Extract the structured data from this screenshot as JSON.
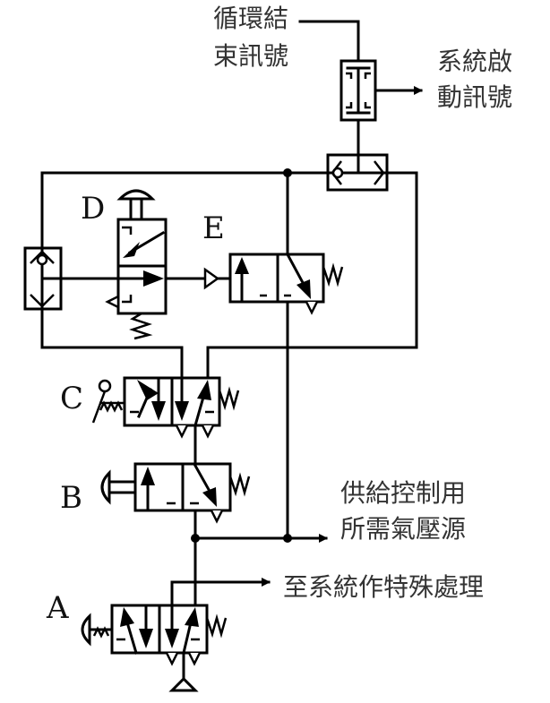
{
  "diagram": {
    "title": "Pneumatic control circuit",
    "components": {
      "A": {
        "label": "A",
        "type": "4/2-way valve, push-button actuated, spring return"
      },
      "B": {
        "label": "B",
        "type": "3/2-way valve, push-button actuated, spring return"
      },
      "C": {
        "label": "C",
        "type": "4/2-way valve, lever actuated with detent, spring return"
      },
      "D": {
        "label": "D",
        "type": "3/2-way valve, push-button actuated, spring return"
      },
      "E": {
        "label": "E",
        "type": "3/2-way valve, pilot actuated, spring return"
      },
      "and_valve": {
        "type": "two-pressure (AND) valve"
      },
      "shuttle_top": {
        "type": "shuttle (OR) valve"
      },
      "shuttle_left": {
        "type": "shuttle (OR) valve"
      },
      "source": {
        "type": "air supply"
      }
    },
    "annotations": {
      "cycle_end_line1": "循環結",
      "cycle_end_line2": "束訊號",
      "system_start_line1": "系統啟",
      "system_start_line2": "動訊號",
      "control_supply_line1": "供給控制用",
      "control_supply_line2": "所需氣壓源",
      "special_processing": "至系統作特殊處理"
    }
  }
}
